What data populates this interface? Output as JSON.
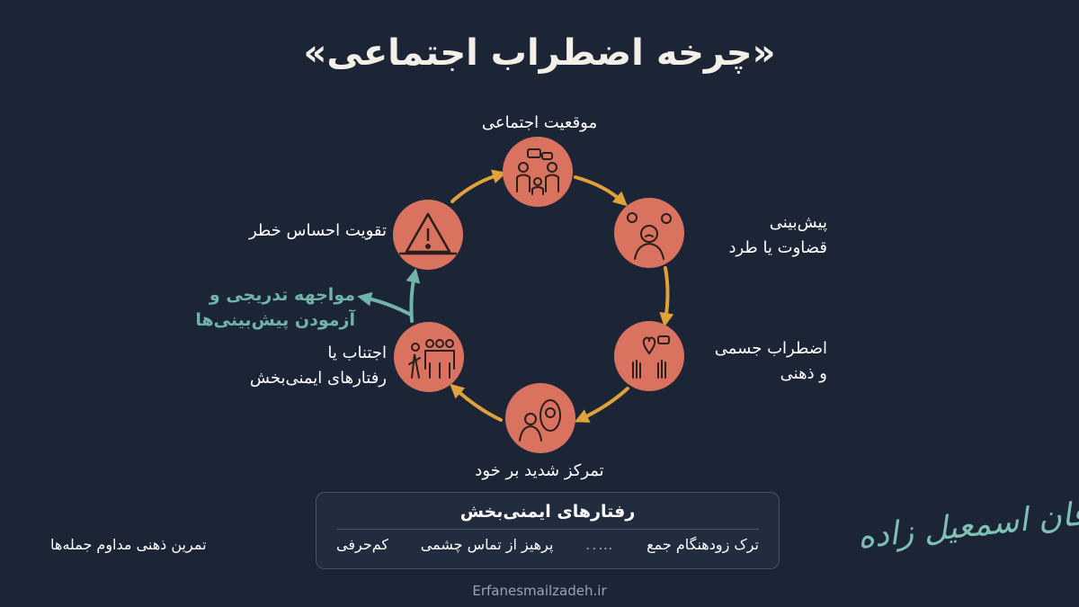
{
  "title": "«چرخه اضطراب اجتماعی»",
  "nodes": [
    {
      "id": "situation",
      "label_lines": [
        "موقعیت اجتماعی"
      ],
      "icon": "people-talking-icon"
    },
    {
      "id": "prediction",
      "label_lines": [
        "پیش‌بینی",
        "قضاوت یا طرد"
      ],
      "icon": "worried-person-icon"
    },
    {
      "id": "anxiety",
      "label_lines": [
        "اضطراب جسمی",
        "و ذهنی"
      ],
      "icon": "heart-hands-icon"
    },
    {
      "id": "self-focus",
      "label_lines": [
        "تمرکز شدید بر خود"
      ],
      "icon": "mirror-person-icon"
    },
    {
      "id": "avoidance",
      "label_lines": [
        "اجتناب یا",
        "رفتارهای ایمنی‌بخش"
      ],
      "icon": "person-leaving-crowd-icon"
    },
    {
      "id": "threat",
      "label_lines": [
        "تقویت احساس خطر"
      ],
      "icon": "warning-triangle-icon"
    }
  ],
  "exposure": {
    "line1": "مواجهه تدریجی و",
    "line2": "آزمودن پیش‌بینی‌ها"
  },
  "safety_box": {
    "title": "رفتارهای ایمنی‌بخش",
    "items": [
      "کم‌حرفی",
      "پرهیز از تماس چشمی",
      "…..",
      "ترک زودهنگام جمع"
    ]
  },
  "note": "تمرین ذهنی مداوم جمله‌ها",
  "url": "Erfanesmailzadeh.ir",
  "signature": "عرفان اسمعیل زاده",
  "colors": {
    "background": "#1c2536",
    "node": "#d9725e",
    "arrow": "#e0a23a",
    "teal": "#71b3a8"
  }
}
